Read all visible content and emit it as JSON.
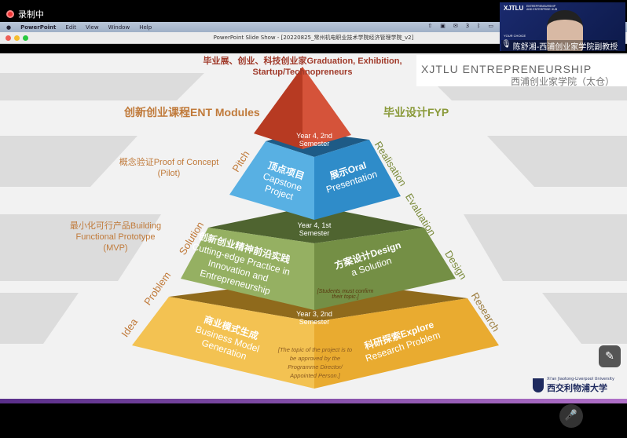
{
  "recording": {
    "label": "录制中"
  },
  "menubar": {
    "app": "PowerPoint",
    "items": [
      "Edit",
      "View",
      "Window",
      "Help"
    ],
    "wechat_count": "3"
  },
  "window": {
    "title": "PowerPoint Slide Show - [20220825_常州机电职业技术学院经济管理学院_v2]"
  },
  "video": {
    "org": "XJTLU",
    "org_sub": "ENTREPRENEURSHIP AND ENTERPRISE HUB",
    "tagline": "YOUR CHOICE",
    "speaker": "陈舒湘-西浦创业家学院副教授"
  },
  "slide": {
    "header_logo": "XJTLU ENTREPRENEURSHIP",
    "header_logo_cn": "西浦创业家学院（太仓）",
    "top_label": "毕业展、创业、科技创业家Graduation, Exhibition, Startup/Technopreneurs",
    "left_heading": "创新创业课程ENT Modules",
    "right_heading": "毕业设计FYP",
    "left_notes": [
      "概念验证Proof of Concept (Pilot)",
      "最小化可行产品Building Functional Prototype (MVP)"
    ],
    "left_stages": [
      "Idea",
      "Problem",
      "Solution",
      "Pitch"
    ],
    "right_stages": [
      "Research",
      "Design",
      "Evaluation",
      "Realisation"
    ],
    "tiers": [
      {
        "semester": "Year 4, 2nd Semester",
        "left_cn": "顶点项目",
        "left_en": "Capstone Project",
        "right_cn": "展示Oral",
        "right_en": "Presentation"
      },
      {
        "semester": "Year 4, 1st Semester",
        "left_cn": "创新创业精神前沿实践",
        "left_en": "Cutting-edge Practice in Innovation and Entrepreneurship",
        "right_cn": "方案设计Design",
        "right_en": "a Solution",
        "note": "[Students must confirm their topic.]"
      },
      {
        "semester": "Year 3, 2nd Semester",
        "left_cn": "商业模式生成",
        "left_en": "Business Model Generation",
        "right_cn": "科研探索Explore",
        "right_en": "Research Problem",
        "note": "[The topic of the project is to be approved by the Programme Director/ Appointed Person.]"
      }
    ],
    "footer_logo_en": "Xi'an Jiaotong-Liverpool University",
    "footer_logo_cn": "西交利物浦大学"
  },
  "colors": {
    "accent_orange": "#c07a3a",
    "red": "#c0392b",
    "blue": "#4aa3db",
    "green": "#8aa656",
    "yellow": "#f0b940"
  }
}
